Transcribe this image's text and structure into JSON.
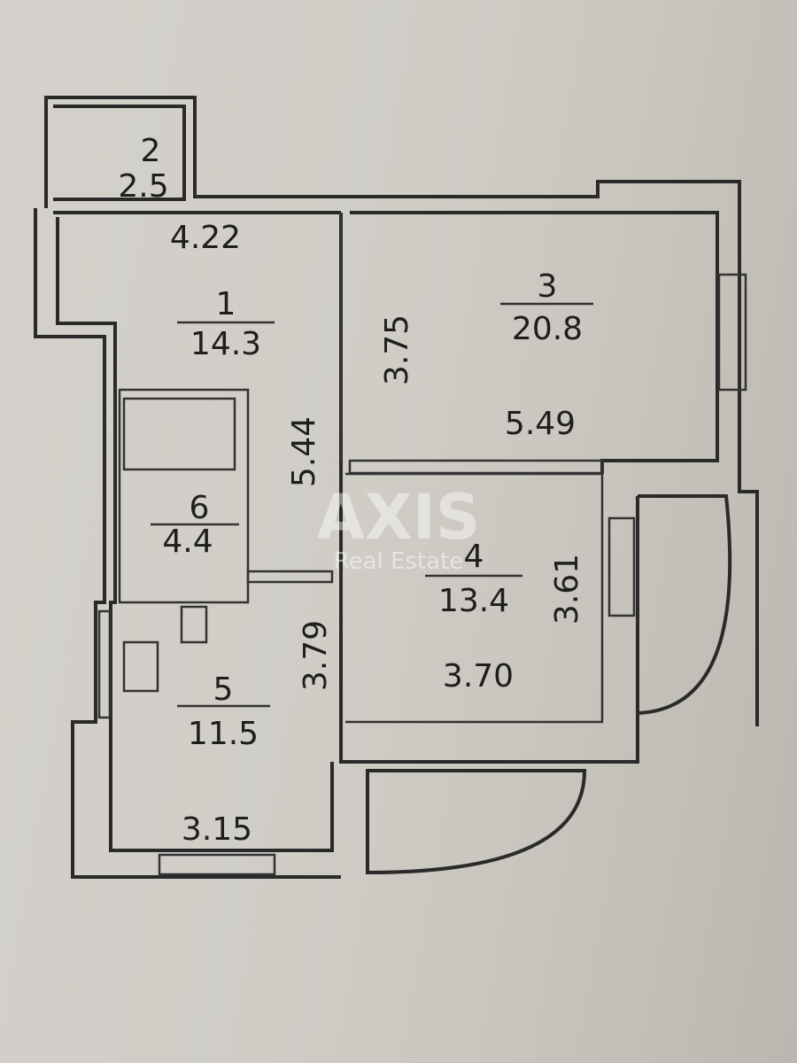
{
  "plan": {
    "rooms": [
      {
        "number": "1",
        "area": "14.3"
      },
      {
        "number": "2",
        "area": "2.5"
      },
      {
        "number": "3",
        "area": "20.8"
      },
      {
        "number": "4",
        "area": "13.4"
      },
      {
        "number": "5",
        "area": "11.5"
      },
      {
        "number": "6",
        "area": "4.4"
      }
    ],
    "dimensions": [
      "4.22",
      "3.75",
      "5.49",
      "5.44",
      "3.61",
      "3.70",
      "3.79",
      "3.15"
    ]
  },
  "watermark": {
    "brand": "AXIS",
    "tagline": "Real Estate"
  },
  "colors": {
    "paper": "#d0cdc7",
    "lines": "#2a2a2a"
  }
}
